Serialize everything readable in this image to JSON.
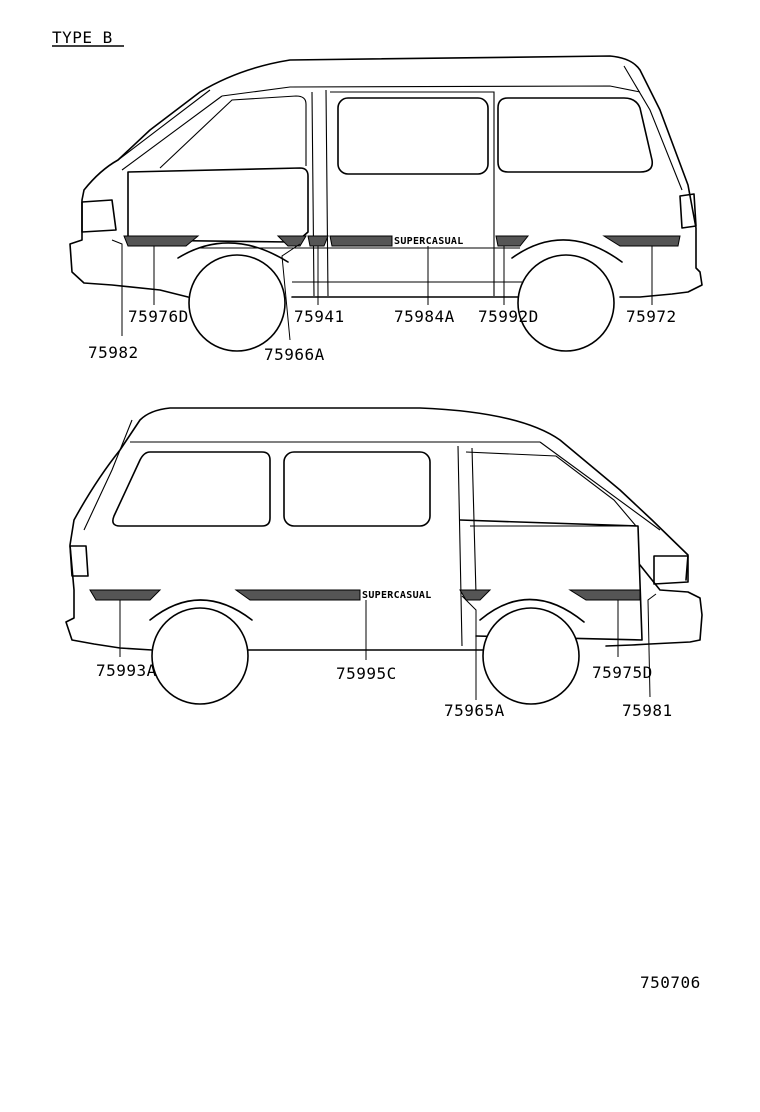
{
  "title": "TYPE B",
  "diagram_id": "750706",
  "decal_text": "SUPERCASUAL",
  "labels": {
    "upper": {
      "l75982": "75982",
      "l75976d": "75976D",
      "l75966a": "75966A",
      "l75941": "75941",
      "l75984a": "75984A",
      "l75992d": "75992D",
      "l75972": "75972"
    },
    "lower": {
      "l75993a": "75993A",
      "l75995c": "75995C",
      "l75965a": "75965A",
      "l75975d": "75975D",
      "l75981": "75981"
    }
  }
}
